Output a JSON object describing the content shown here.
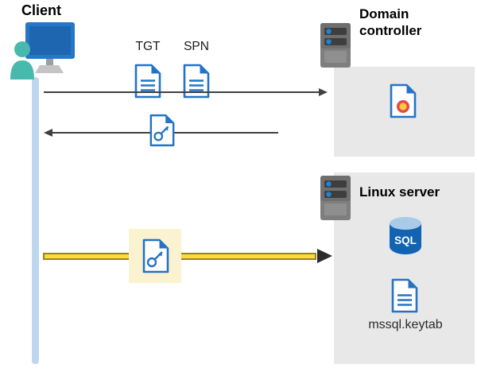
{
  "nodes": {
    "client": {
      "label": "Client",
      "icon": "client-computer-icon"
    },
    "domain_controller": {
      "label": "Domain controller",
      "icon": "server-icon",
      "contents": [
        {
          "icon": "certificate-icon"
        }
      ]
    },
    "linux_server": {
      "label": "Linux server",
      "icon": "server-icon",
      "contents": [
        {
          "icon": "sql-database-icon",
          "label": "SQL"
        },
        {
          "icon": "document-icon"
        },
        {
          "label": "mssql.keytab"
        }
      ]
    }
  },
  "tickets": {
    "tgt_label": "TGT",
    "spn_label": "SPN"
  },
  "flows": [
    {
      "name": "request-tgt-spn",
      "from": "client",
      "to": "domain_controller",
      "direction": "right",
      "style": "thin-gray",
      "icons": [
        "document-icon",
        "document-icon"
      ]
    },
    {
      "name": "return-kerberos-ticket",
      "from": "domain_controller",
      "to": "client",
      "direction": "left",
      "style": "thin-gray",
      "icons": [
        "key-document-icon"
      ]
    },
    {
      "name": "present-ticket-to-linux",
      "from": "client",
      "to": "linux_server",
      "direction": "right",
      "style": "bold-yellow",
      "highlighted": true,
      "icons": [
        "key-document-icon"
      ]
    }
  ],
  "colors": {
    "document_blue": "#2473C5",
    "accent_blue": "#0078D4",
    "led_blue": "#1B86D8",
    "sql_body_blue": "#1263B2",
    "sql_top_blue": "#A9CBE8",
    "timeline_blue": "#BDD7EE",
    "box_gray": "#E8E8E8",
    "server_gray": "#7E7E7E",
    "arrow_gray": "#404040",
    "highlight_yellow": "#FBF2CF",
    "arrow_yellow": "#FFD83B",
    "arrow_yellow_border": "#97861E",
    "arrow_head_dark": "#2B2B2B",
    "seal_red": "#E0484E",
    "seal_gold": "#FFC83D",
    "person_teal": "#49B9AE",
    "monitor_blue": "#2577C7"
  }
}
